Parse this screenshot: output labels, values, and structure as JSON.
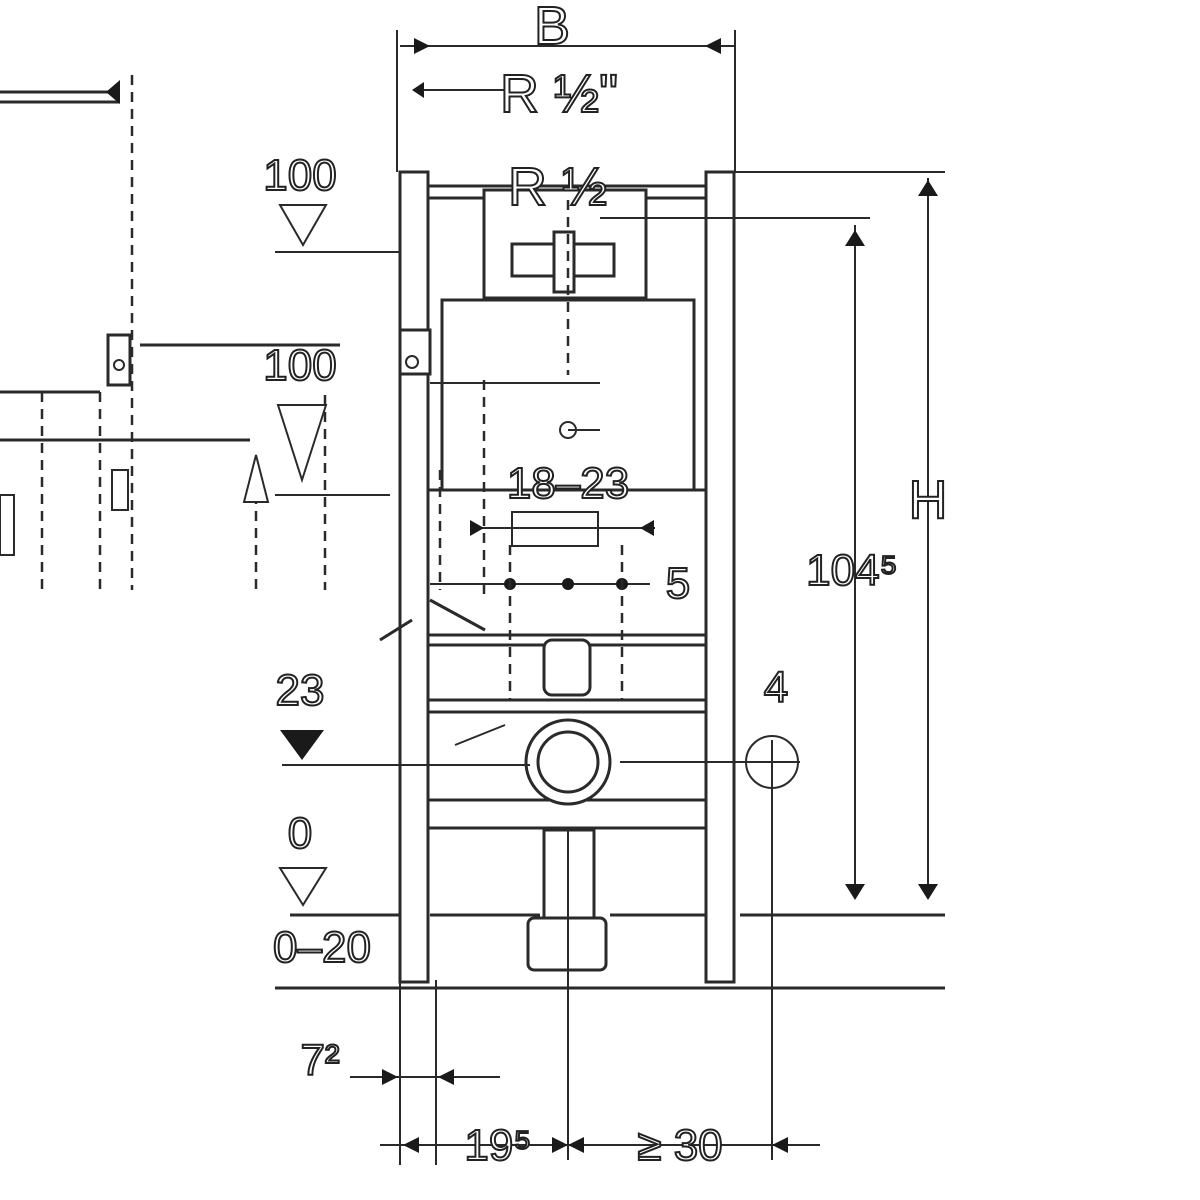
{
  "labels": {
    "width": "B",
    "thread_top": "R ½\"",
    "thread_inlet": "R ½",
    "dim_100_top": "100",
    "dim_100_mid": "100",
    "dim_23": "23",
    "dim_0": "0",
    "dim_0_20": "0–20",
    "dim_7": "7²",
    "dim_19": "19⁵",
    "dim_30": "≥ 30",
    "height": "H",
    "dim_104": "104⁵",
    "dim_18_23": "18–23",
    "dim_5": "5",
    "dim_4": "4"
  },
  "colors": {
    "line": "#2a2a2a",
    "background": "#ffffff"
  }
}
